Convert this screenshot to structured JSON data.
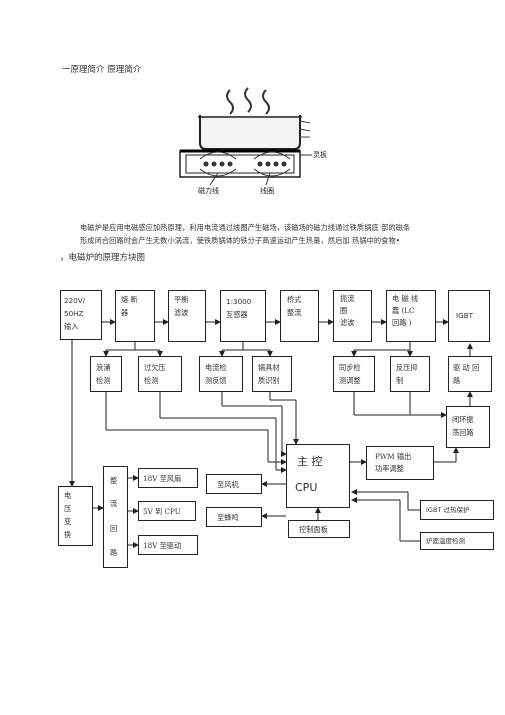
{
  "heading": "一原理简介  原理简介",
  "illustration": {
    "panel_label": "灵板",
    "coil_label": "磁力线",
    "wire_label": "线圈"
  },
  "paragraph": {
    "line1": "电磁炉是应用电磁感应加热原理，利用电流通过线圈产生磁场，该磁场的磁力线通过铁质锅底 部的磁条",
    "line2": "形成闭合回路时会产生无数小涡流，使铁质锅体的铁分子高速运动产生热量，然后加 热锅中的食物•"
  },
  "diagram_title": "，电磁炉的原理方块图",
  "blocks": {
    "input": [
      "220V/",
      "50HZ",
      "输入"
    ],
    "fuse": [
      "熔 断",
      "器"
    ],
    "balance_filter": [
      "平衡",
      "滤波"
    ],
    "transformer": [
      "1:3000",
      "互感器"
    ],
    "bridge_rectifier": [
      "桥式",
      "整流"
    ],
    "choke_filter": [
      "扼流",
      "圈",
      "滤波"
    ],
    "coil_lc": [
      "电 磁 线",
      "蠢 (LC",
      "回路 )"
    ],
    "igbt": [
      "IGBT"
    ],
    "surge_detect": [
      "浪涌",
      "检测"
    ],
    "over_under_voltage": [
      "过欠压",
      "检测"
    ],
    "current_feedback": [
      "电流检",
      "测反馈"
    ],
    "pot_material": [
      "锅具材",
      "质识别"
    ],
    "sync_detect": [
      "同步检",
      "测调整"
    ],
    "overvoltage_suppress": [
      "反压抑",
      "制"
    ],
    "drive_loop": [
      "驱 动 回",
      "路"
    ],
    "closed_loop": [
      "闭环振",
      "荡回路"
    ],
    "cpu": [
      "主   控",
      "CPU"
    ],
    "pwm": [
      "PWM 输出",
      "功率调整"
    ],
    "rectifier_loop": [
      "整",
      "流",
      "回",
      "路"
    ],
    "v18_fan": [
      "18V 至风扇"
    ],
    "v5_cpu": [
      "5V 到 CPU"
    ],
    "v18_drive": [
      "18V 至驱动"
    ],
    "to_fan": [
      "至风机"
    ],
    "to_buzzer": [
      "至蜂鸣"
    ],
    "control_panel": [
      "控制面板"
    ],
    "igbt_protect": [
      "IGBT  过热保护"
    ],
    "furnace_temp": [
      "炉面温度检测"
    ],
    "voltage_transform": [
      "电",
      "压",
      "变",
      "换"
    ]
  }
}
